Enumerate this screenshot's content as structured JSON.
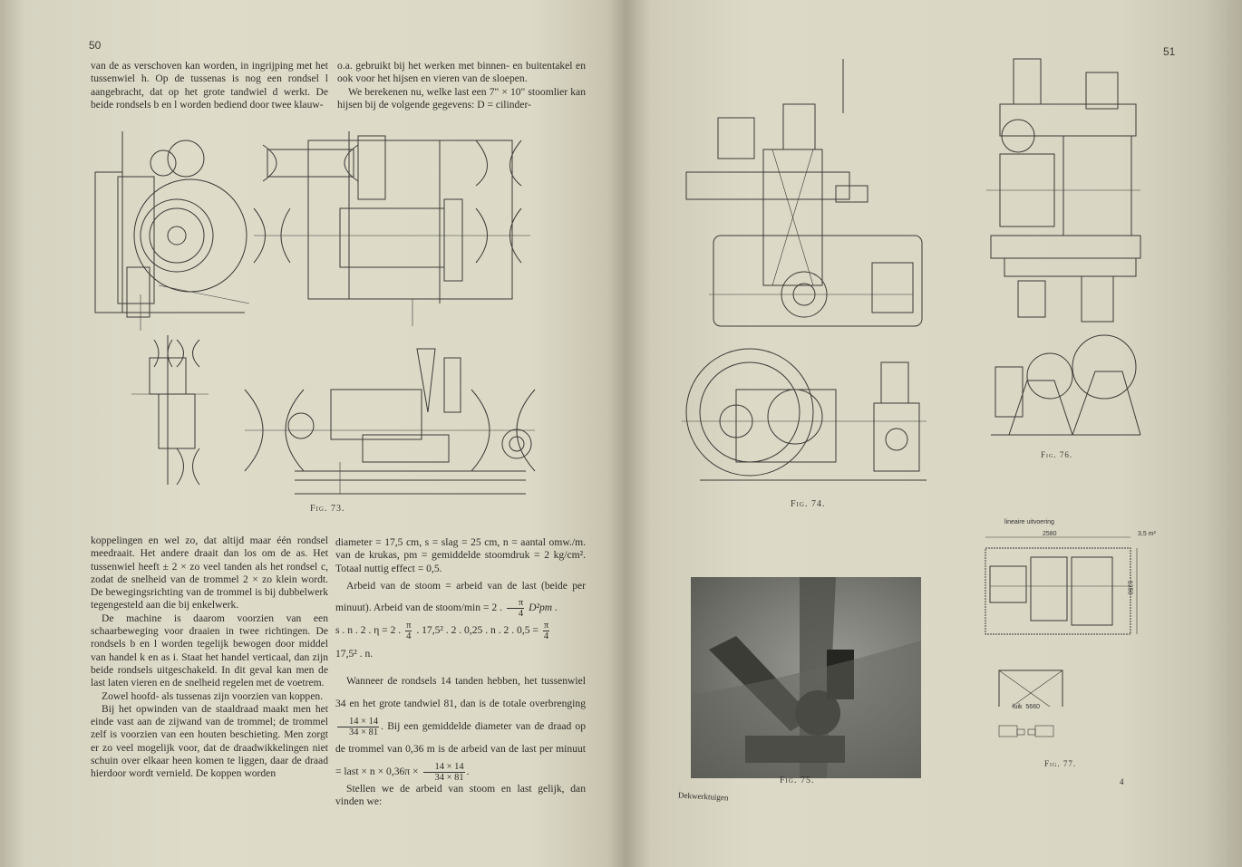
{
  "left_page": {
    "page_number": "50",
    "top_col1": "van de as verschoven kan worden, in ingrijping met het tussenwiel h. Op de tussenas is nog een rondsel l aangebracht, dat op het grote tandwiel d werkt. De beide rondsels b en l worden bediend door twee klauw-",
    "top_col2_p1": "o.a. gebruikt bij het werken met binnen- en buitentakel en ook voor het hijsen en vieren van de sloepen.",
    "top_col2_p2": "We berekenen nu, welke last een 7\" × 10\" stoomlier kan hijsen bij de volgende gegevens: D = cilinder-",
    "figure_caption": "Fig. 73.",
    "bottom_col1": [
      "koppelingen en wel zo, dat altijd maar één rondsel meedraait. Het andere draait dan los om de as. Het tussenwiel heeft ± 2 × zo veel tanden als het rondsel c, zodat de snelheid van de trommel 2 × zo klein wordt. De bewegingsrichting van de trommel is bij dubbelwerk tegengesteld aan die bij enkelwerk.",
      "De machine is daarom voorzien van een schaarbeweging voor draaien in twee richtingen. De rondsels b en l worden tegelijk bewogen door middel van handel k en as i. Staat het handel verticaal, dan zijn beide rondsels uitgeschakeld. In dit geval kan men de last laten vieren en de snelheid regelen met de voetrem.",
      "Zowel hoofd- als tussenas zijn voorzien van koppen.",
      "Bij het opwinden van de staaldraad maakt men het einde vast aan de zijwand van de trommel; de trommel zelf is voorzien van een houten beschieting. Men zorgt er zo veel mogelijk voor, dat de draadwikkelingen niet schuin over elkaar heen komen te liggen, daar de draad hierdoor wordt vernield. De koppen worden"
    ],
    "bottom_col2": {
      "p1": "diameter = 17,5 cm, s = slag = 25 cm, n = aantal omw./m. van de krukas, pm = gemiddelde stoomdruk = 2 kg/cm². Totaal nuttig effect = 0,5.",
      "p2a": "Arbeid van de stoom = arbeid van de last (beide per minuut). Arbeid van de stoom/min = 2 .",
      "pi": "π",
      "four": "4",
      "p2b": "D²pm .",
      "p3a": "s . n . 2 . η = 2 .",
      "p3b": ". 17,5² . 2 . 0,25 . n . 2 . 0,5 =",
      "p3c": "17,5² . n.",
      "p4a": "Wanneer de rondsels 14 tanden hebben, het tussenwiel 34 en het grote tandwiel 81, dan is de totale overbrenging",
      "frac_num": "14 × 14",
      "frac_den": "34 × 81",
      "p4b": ". Bij een gemiddelde diameter van de draad op de trommel van 0,36 m is de arbeid van de last per minuut = last × n × 0,36π ×",
      "p4c": ".",
      "p5": "Stellen we de arbeid van stoom en last gelijk, dan vinden we:"
    }
  },
  "right_page": {
    "page_number": "51",
    "fig74_caption": "Fig. 74.",
    "fig75_caption": "Fig. 75.",
    "fig76_caption": "Fig. 76.",
    "fig77_caption": "Fig. 77.",
    "fig77_labels": {
      "title": "lineaire uitvoering",
      "width": "2580",
      "area": "3,5 m²",
      "height": "1350",
      "hatch": "luik",
      "hatch_width": "5660"
    },
    "signature_number": "4",
    "signature_title": "Dekwerktuigen"
  }
}
